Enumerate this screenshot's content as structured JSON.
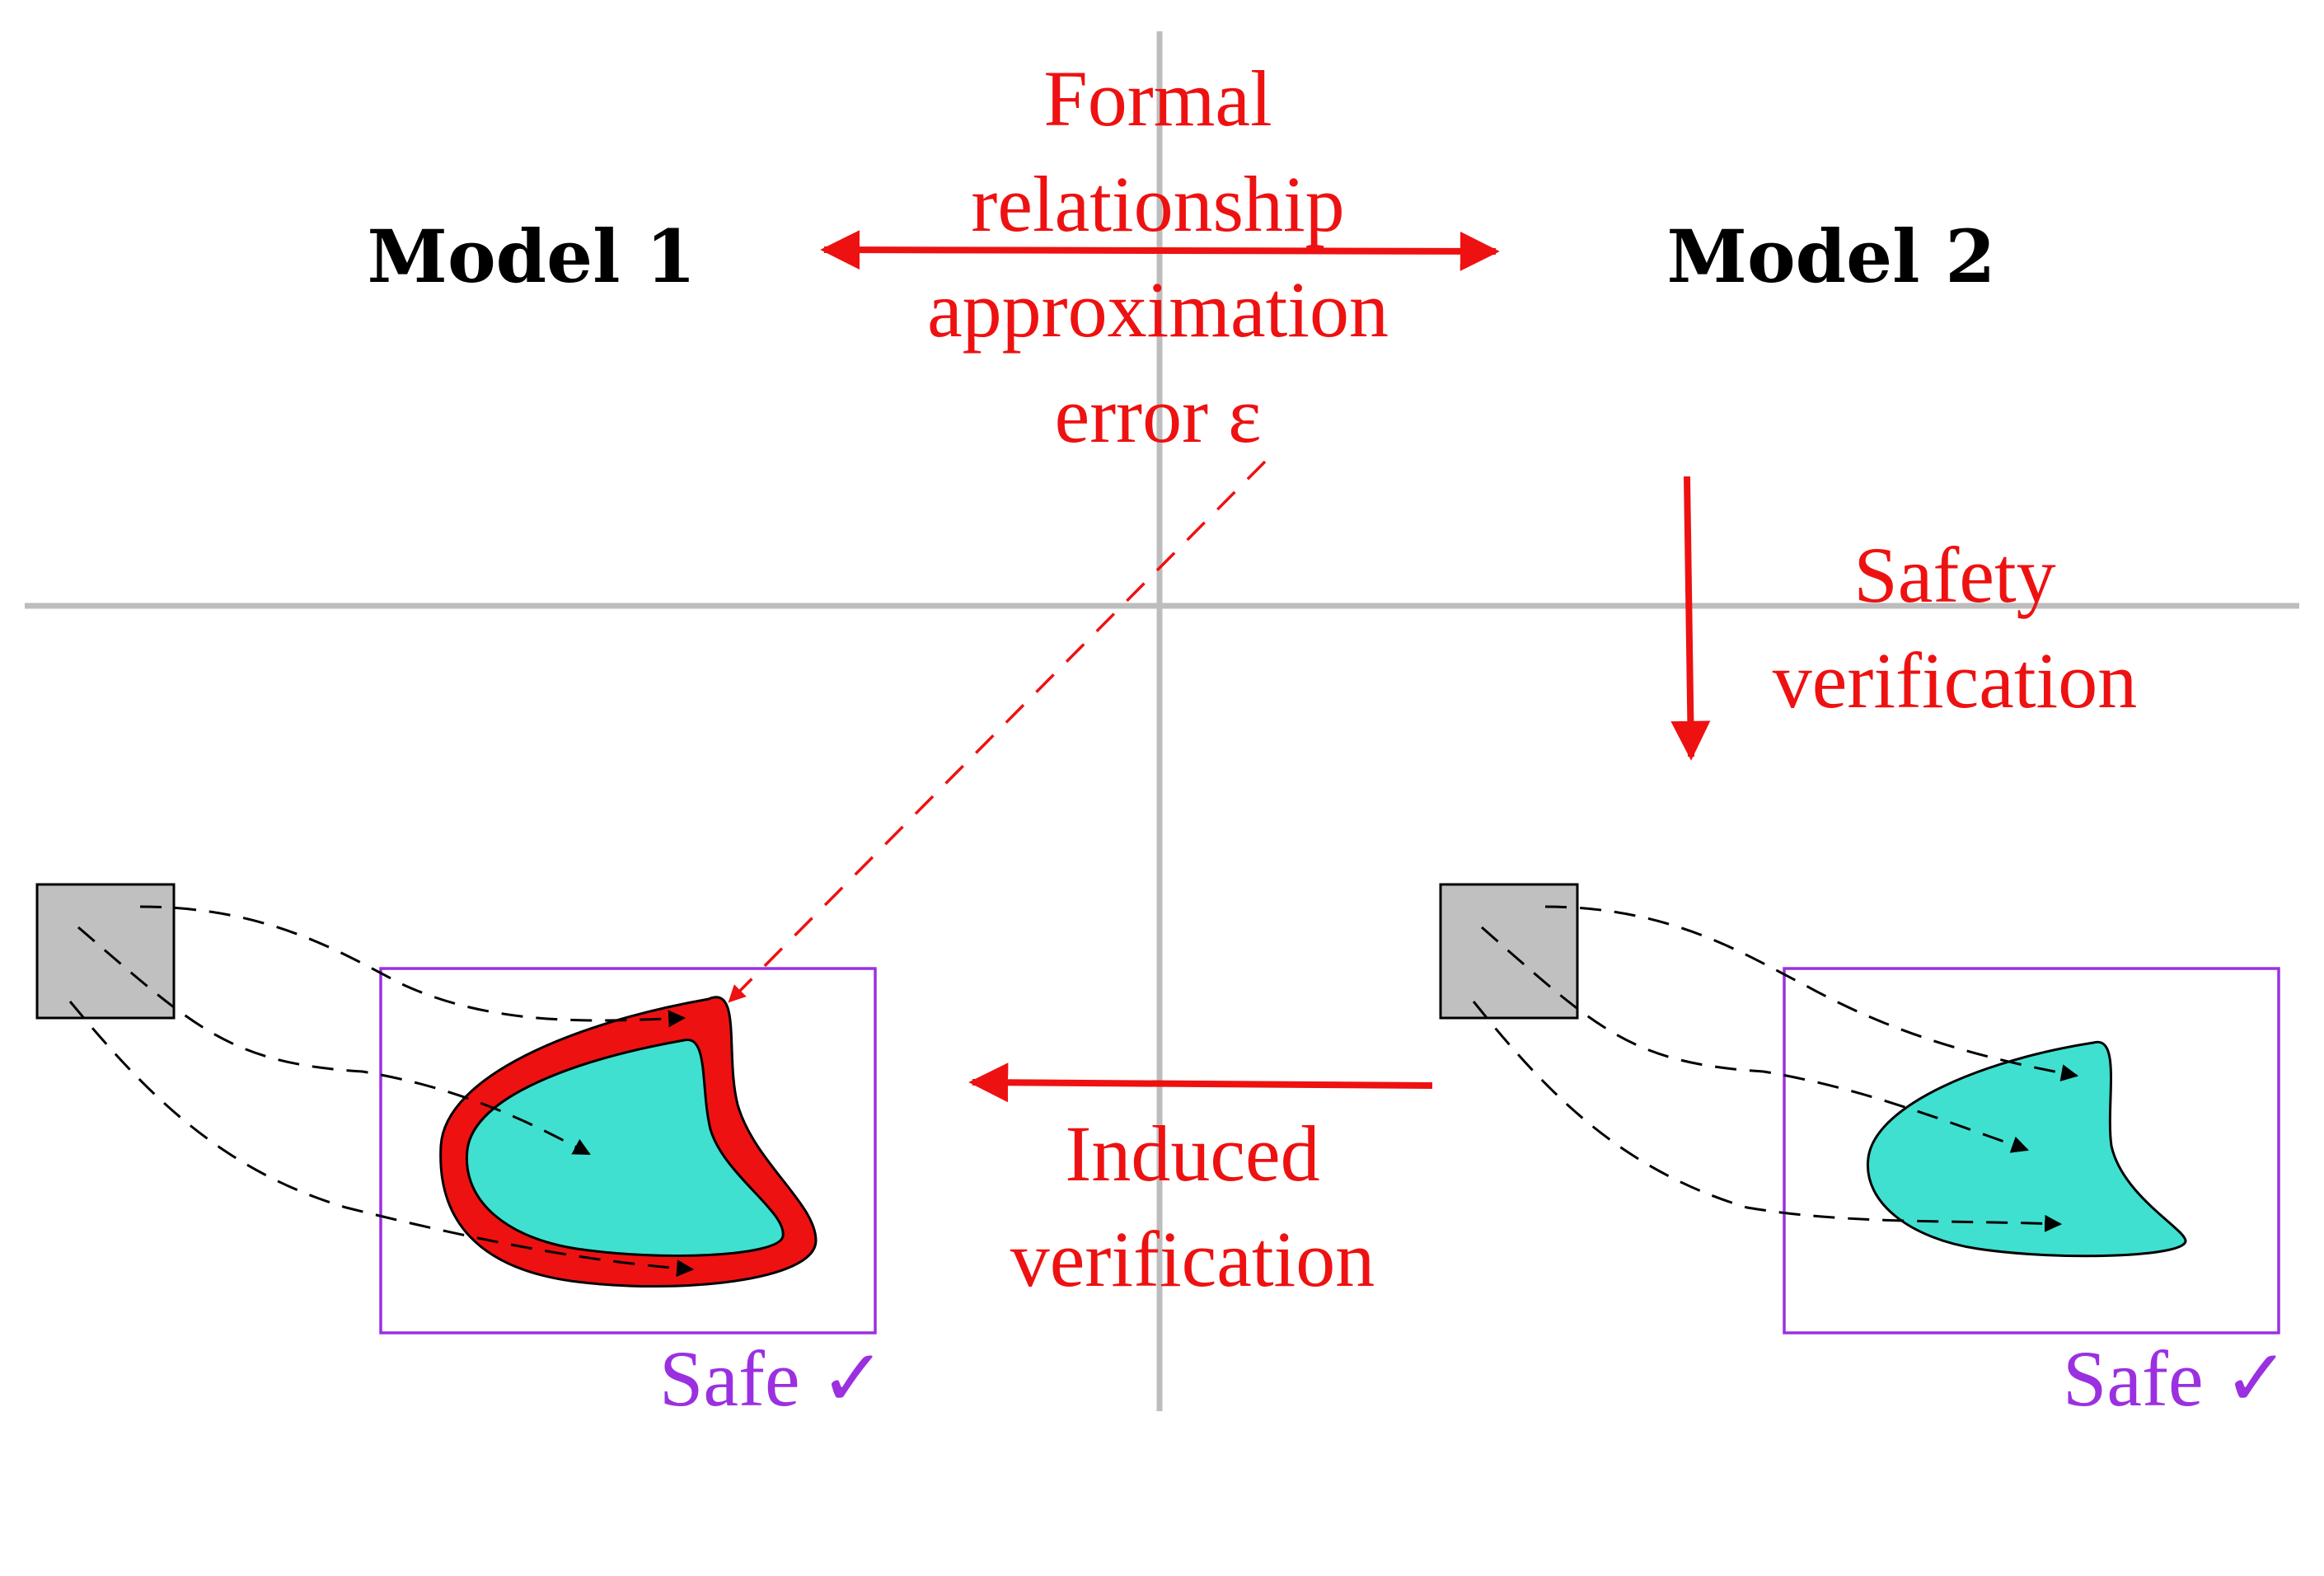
{
  "models": {
    "model1": "Model 1",
    "model2": "Model 2"
  },
  "relationship": {
    "lines": [
      "Formal",
      "relationship",
      "approximation",
      "error ε"
    ]
  },
  "safety_verification": {
    "lines": [
      "Safety",
      "verification"
    ]
  },
  "induced_verification": {
    "lines": [
      "Induced",
      "verification"
    ]
  },
  "safe_labels": {
    "left": "Safe ✓",
    "right": "Safe ✓"
  },
  "colors": {
    "accent_red": "#ee1111",
    "safe_purple": "#9b30e0",
    "reach_fill": "#40e0d0",
    "initial_set": "#c0c0c0",
    "axis_gray": "#bdbdbd"
  }
}
